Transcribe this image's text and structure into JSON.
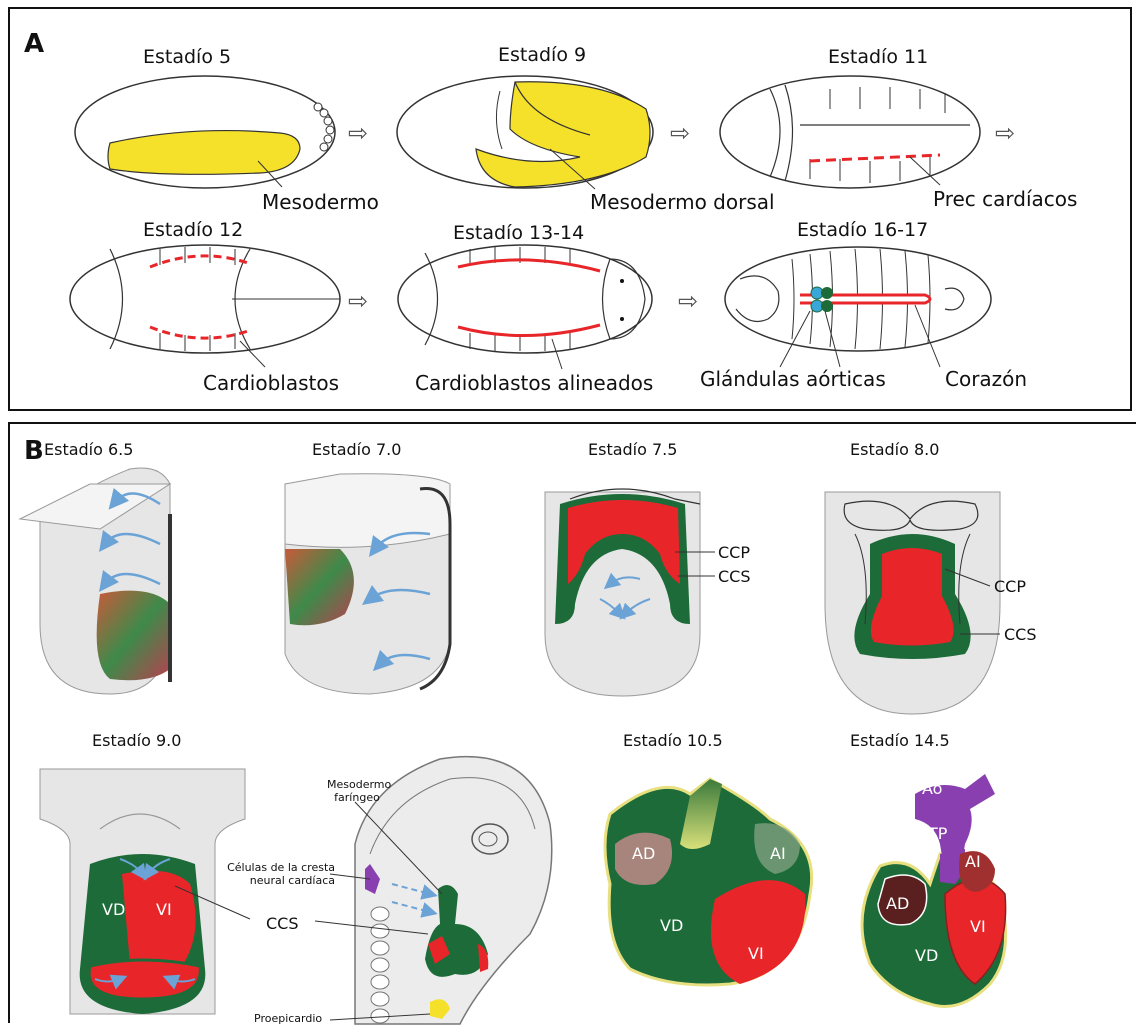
{
  "panelA": {
    "letter": "A",
    "stages": [
      "Estadío 5",
      "Estadío 9",
      "Estadío 11",
      "Estadío 12",
      "Estadío 13-14",
      "Estadío 16-17"
    ],
    "labels": {
      "mesodermo": "Mesodermo",
      "mesodermo_dorsal": "Mesodermo  dorsal",
      "prec_cardiacos": "Prec cardíacos",
      "cardioblastos": "Cardioblastos",
      "cardioblastos_alineados": "Cardioblastos alineados",
      "glandulas_aorticas": "Glándulas aórticas",
      "corazon": "Corazón"
    }
  },
  "panelB": {
    "letter": "B",
    "stages": [
      "Estadío 6.5",
      "Estadío 7.0",
      "Estadío 7.5",
      "Estadío 8.0",
      "Estadío 9.0",
      "Estadío 10.5",
      "Estadío 14.5"
    ],
    "labels": {
      "ccp": "CCP",
      "ccs": "CCS",
      "mesodermo_faringeo": "Mesodermo faríngeo",
      "celulas_cresta": "Células de la cresta neural cardíaca",
      "proepicardio": "Proepicardio"
    },
    "heart": {
      "vd": "VD",
      "vi": "VI",
      "ad": "AD",
      "ai": "AI",
      "ao": "Ao",
      "tp": "TP"
    }
  },
  "colors": {
    "mesoderm_yellow": "#f5e12a",
    "primary_field_red": "#e8262a",
    "secondary_field_green": "#1c6b38",
    "neural_crest_purple": "#8a3fb0",
    "arrow_blue": "#6ba3d6",
    "tissue_gray": "#e4e4e4"
  }
}
